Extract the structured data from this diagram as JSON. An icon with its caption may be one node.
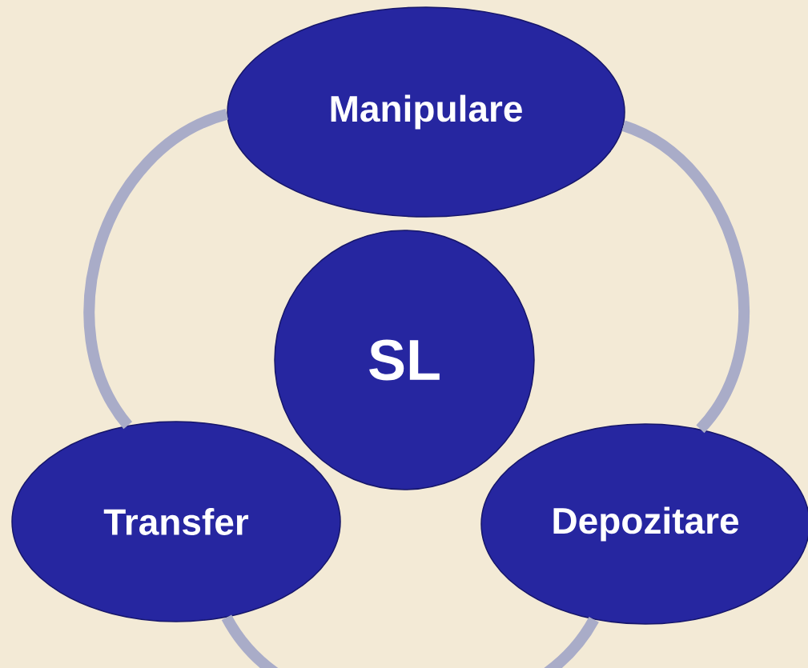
{
  "diagram": {
    "nodes": [
      {
        "text": [
          "Manipulare"
        ]
      },
      {
        "text": [
          "SL"
        ]
      },
      {
        "text": [
          "Transfer"
        ]
      },
      {
        "text": [
          "Depozitare"
        ]
      }
    ],
    "edges": [
      {
        "from": 0,
        "to": 3,
        "arrow": "none"
      },
      {
        "from": 3,
        "to": 2,
        "arrow": "none"
      },
      {
        "from": 2,
        "to": 0,
        "arrow": "none"
      }
    ]
  }
}
